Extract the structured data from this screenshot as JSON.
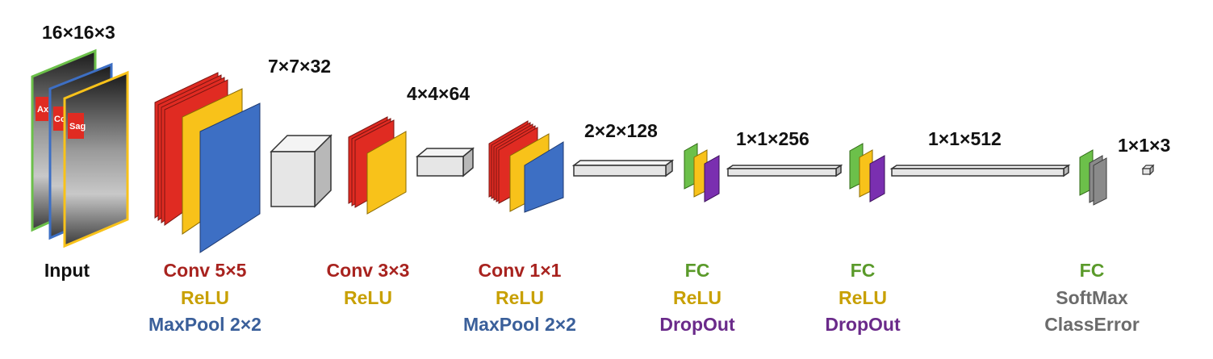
{
  "dimensions": {
    "input": "16×16×3",
    "d1": "7×7×32",
    "d2": "4×4×64",
    "d3": "2×2×128",
    "d4": "1×1×256",
    "d5": "1×1×512",
    "d6": "1×1×3"
  },
  "input_slices": [
    "Ax",
    "Cor",
    "Sag"
  ],
  "layers": {
    "input": "Input",
    "block1": [
      "Conv 5×5",
      "ReLU",
      "MaxPool 2×2"
    ],
    "block2": [
      "Conv 3×3",
      "ReLU"
    ],
    "block3": [
      "Conv 1×1",
      "ReLU",
      "MaxPool 2×2"
    ],
    "block4": [
      "FC",
      "ReLU",
      "DropOut"
    ],
    "block5": [
      "FC",
      "ReLU",
      "DropOut"
    ],
    "block6": [
      "FC",
      "SoftMax",
      "ClassError"
    ]
  },
  "colors": {
    "conv": "#e02b22",
    "relu": "#f8c21a",
    "pool": "#3d6fc4",
    "fc": "#6cc04a",
    "dropout": "#7a2fb0",
    "softmax": "#8a8a8a",
    "tensor": "#e6e6e6"
  }
}
